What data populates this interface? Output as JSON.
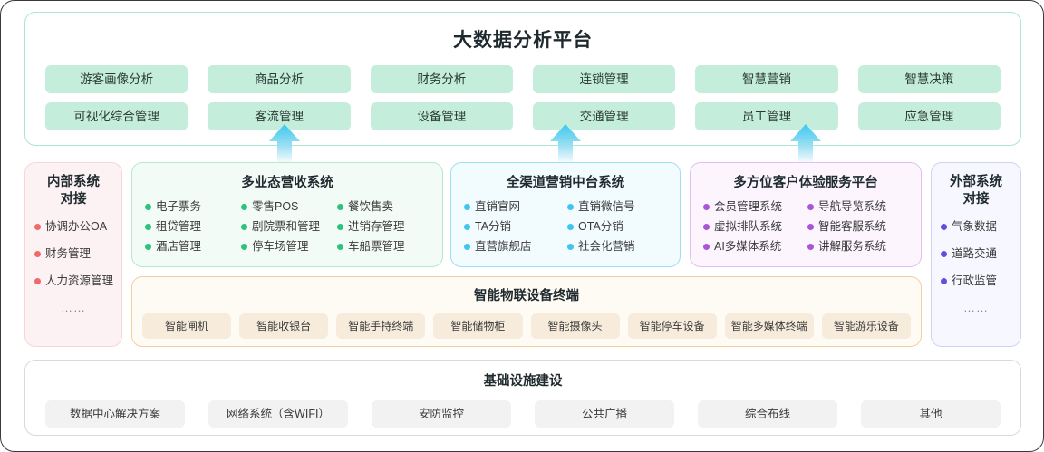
{
  "bigdata": {
    "title": "大数据分析平台",
    "pills": [
      "游客画像分析",
      "商品分析",
      "财务分析",
      "连锁管理",
      "智慧营销",
      "智慧决策",
      "可视化综合管理",
      "客流管理",
      "设备管理",
      "交通管理",
      "员工管理",
      "应急管理"
    ]
  },
  "internal": {
    "title": "内部系统\n对接",
    "title_line1": "内部系统",
    "title_line2": "对接",
    "items": [
      "协调办公OA",
      "财务管理",
      "人力资源管理"
    ],
    "ellipsis": "……",
    "bullet_color": "#ef6a6a"
  },
  "external": {
    "title_line1": "外部系统",
    "title_line2": "对接",
    "items": [
      "气象数据",
      "道路交通",
      "行政监管"
    ],
    "ellipsis": "……",
    "bullet_color": "#6b4ae0"
  },
  "revenue": {
    "title": "多业态营收系统",
    "items": [
      "电子票务",
      "零售POS",
      "餐饮售卖",
      "租贷管理",
      "剧院票和管理",
      "进销存管理",
      "酒店管理",
      "停车场管理",
      "车船票管理"
    ],
    "bullet_color": "#2ec27e"
  },
  "marketing": {
    "title": "全渠道营销中台系统",
    "items": [
      "直销官网",
      "直销微信号",
      "TA分销",
      "OTA分销",
      "直营旗舰店",
      "社会化营销"
    ],
    "bullet_color": "#3fc5ef"
  },
  "experience": {
    "title": "多方位客户体验服务平台",
    "items": [
      "会员管理系统",
      "导航导览系统",
      "虚拟排队系统",
      "智能客服系统",
      "AI多媒体系统",
      "讲解服务系统"
    ],
    "bullet_color": "#a855d8"
  },
  "iot": {
    "title": "智能物联设备终端",
    "pills": [
      "智能闸机",
      "智能收银台",
      "智能手持终端",
      "智能储物柜",
      "智能摄像头",
      "智能停车设备",
      "智能多媒体终端",
      "智能游乐设备"
    ]
  },
  "infra": {
    "title": "基础设施建设",
    "pills": [
      "数据中心解决方案",
      "网络系统（含WIFI）",
      "安防监控",
      "公共广播",
      "综合布线",
      "其他"
    ]
  },
  "arrows": {
    "count": 3,
    "color_top": "#3cc8ef",
    "color_bottom": "#ffffff"
  },
  "colors": {
    "mint_pill": "#c5eddb",
    "mint_border": "#a8e6cd",
    "pink_panel": "#fdf2f3",
    "pink_border": "#f7d5d8",
    "indigo_panel": "#f7f8ff",
    "indigo_border": "#cdd3f7",
    "green_panel": "#f3fbf7",
    "green_border": "#b5e8cf",
    "blue_panel": "#f2fbfe",
    "blue_border": "#9ddff3",
    "purple_panel": "#fcf5fe",
    "purple_border": "#e2bff0",
    "orange_border": "#f2cfa0",
    "cream_pill": "#f7ecdc",
    "gray_pill": "#f2f2f2",
    "gray_border": "#d9d9d9"
  }
}
